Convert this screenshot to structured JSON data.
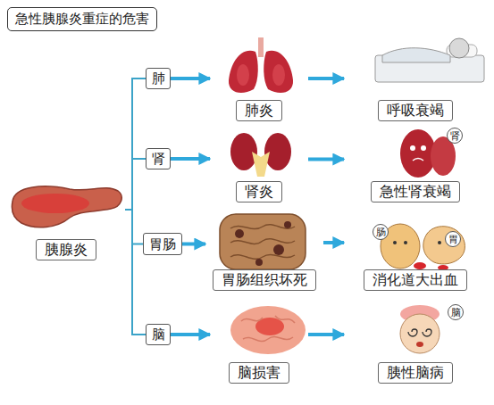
{
  "diagram": {
    "title": "急性胰腺炎重症的危害",
    "nodes": [
      {
        "text": [
          "胰腺炎"
        ]
      },
      {
        "text": [
          "肺"
        ]
      },
      {
        "text": [
          "肺炎"
        ]
      },
      {
        "text": [
          "呼吸衰竭"
        ]
      },
      {
        "text": [
          "肾"
        ]
      },
      {
        "text": [
          "肾炎"
        ]
      },
      {
        "text": [
          "急性肾衰竭"
        ]
      },
      {
        "text": [
          "胃肠"
        ]
      },
      {
        "text": [
          "胃肠组织坏死"
        ]
      },
      {
        "text": [
          "消化道大出血"
        ]
      },
      {
        "text": [
          "脑"
        ]
      },
      {
        "text": [
          "脑损害"
        ]
      },
      {
        "text": [
          "胰性脑病"
        ]
      }
    ],
    "edges": [
      {
        "from": 0,
        "to": 1,
        "arrow": "none"
      },
      {
        "from": 0,
        "to": 4,
        "arrow": "none"
      },
      {
        "from": 0,
        "to": 7,
        "arrow": "none"
      },
      {
        "from": 0,
        "to": 10,
        "arrow": "none"
      },
      {
        "from": 1,
        "to": 2,
        "arrow": "to"
      },
      {
        "from": 2,
        "to": 3,
        "arrow": "to"
      },
      {
        "from": 4,
        "to": 5,
        "arrow": "to"
      },
      {
        "from": 5,
        "to": 6,
        "arrow": "to"
      },
      {
        "from": 7,
        "to": 8,
        "arrow": "to"
      },
      {
        "from": 8,
        "to": 9,
        "arrow": "to"
      },
      {
        "from": 10,
        "to": 11,
        "arrow": "to"
      },
      {
        "from": 11,
        "to": 12,
        "arrow": "to"
      }
    ],
    "labels": [
      "肾",
      "肠",
      "胃",
      "脑"
    ]
  }
}
